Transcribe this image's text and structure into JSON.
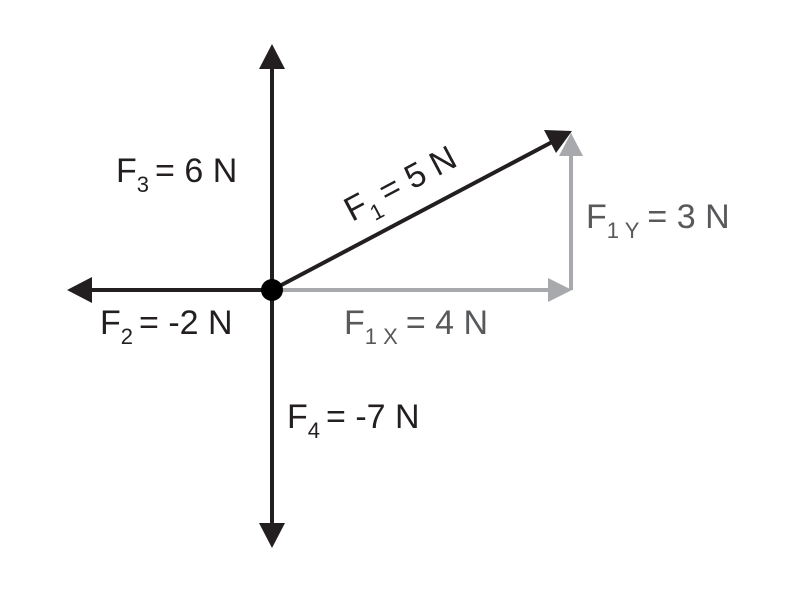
{
  "colors": {
    "force": "#231f20",
    "component": "#a7a9ac",
    "component_text": "#58595b"
  },
  "labels": {
    "f1": {
      "main": "F",
      "sub": "1",
      "rest": "= 5 N"
    },
    "f2": {
      "main": "F",
      "sub": "2",
      "rest": "= -2 N"
    },
    "f3": {
      "main": "F",
      "sub": "3",
      "rest": "= 6 N"
    },
    "f4": {
      "main": "F",
      "sub": "4",
      "rest": "= -7 N"
    },
    "f1x": {
      "main": "F",
      "sub": "1 X",
      "rest": "= 4 N"
    },
    "f1y": {
      "main": "F",
      "sub": "1 Y",
      "rest": "= 3 N"
    }
  }
}
